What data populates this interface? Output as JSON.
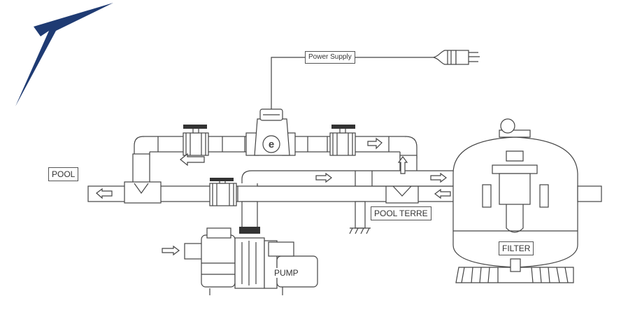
{
  "labels": {
    "power_supply": "Power Supply",
    "pool": "POOL",
    "pool_terre": "POOL TERRE",
    "pump": "PUMP",
    "filter": "FILTER"
  },
  "colors": {
    "logo": "#1f3b73",
    "line": "#444444",
    "fill": "#ffffff"
  }
}
